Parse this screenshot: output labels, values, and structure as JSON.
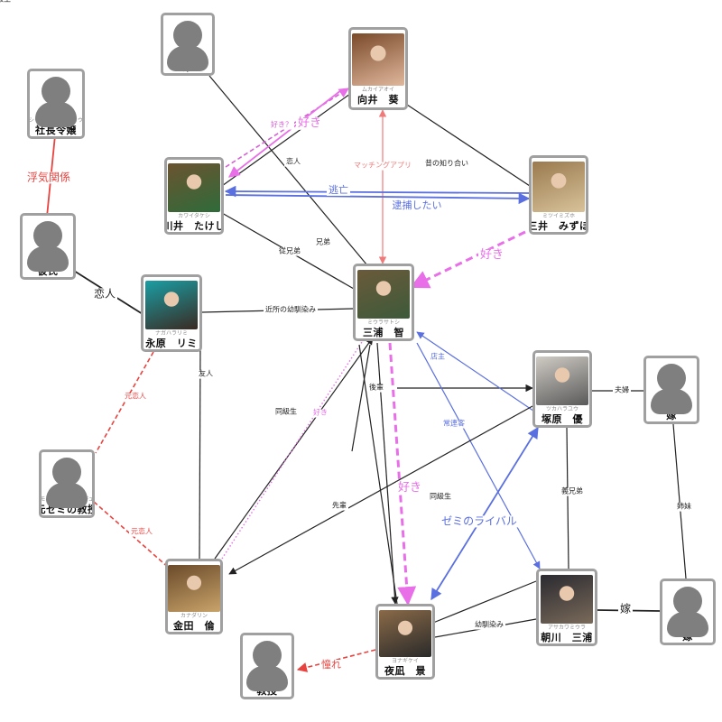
{
  "nodes": [
    {
      "id": "otouto",
      "kana": "オトウト",
      "name": "弟",
      "photo": false
    },
    {
      "id": "mukai",
      "kana": "ムカイアオイ",
      "name": "向井　葵",
      "photo": true,
      "tone": [
        "#7a4a2a",
        "#e0b79c"
      ]
    },
    {
      "id": "shacho",
      "kana": "シャチョウレイジョウ",
      "name": "社長令嬢",
      "photo": false
    },
    {
      "id": "kawai",
      "kana": "カワイタケシ",
      "name": "川井　たけし",
      "photo": true,
      "tone": [
        "#6b5330",
        "#2f6b3a"
      ]
    },
    {
      "id": "mitsui",
      "kana": "ミツイミズホ",
      "name": "三井　みずほ",
      "photo": true,
      "tone": [
        "#9a7a4e",
        "#d8c29a"
      ]
    },
    {
      "id": "kareshi",
      "kana": "カレシ",
      "name": "彼氏",
      "photo": false
    },
    {
      "id": "nagahara",
      "kana": "ナガハラリミ",
      "name": "永原　リミ",
      "photo": true,
      "tone": [
        "#1a9ea4",
        "#3a2a22"
      ]
    },
    {
      "id": "miura",
      "kana": "ミウラサトシ",
      "name": "三浦　智",
      "photo": true,
      "tone": [
        "#6a5a3a",
        "#3d5a3a"
      ]
    },
    {
      "id": "tsukahara",
      "kana": "ツカハラユウ",
      "name": "塚原　優",
      "photo": true,
      "tone": [
        "#cfcbc4",
        "#5a5a5a"
      ]
    },
    {
      "id": "yome1",
      "kana": "ヨメ",
      "name": "嫁",
      "photo": false
    },
    {
      "id": "motozemi",
      "kana": "モトゼミノキョウジュ",
      "name": "元ゼミの教授",
      "photo": false
    },
    {
      "id": "kaneda",
      "kana": "カナダリン",
      "name": "金田　倫",
      "photo": true,
      "tone": [
        "#6a4a2a",
        "#c9a36a"
      ]
    },
    {
      "id": "asakawa",
      "kana": "アサカワミウラ",
      "name": "朝川　三浦",
      "photo": true,
      "tone": [
        "#2a2a30",
        "#7a6a5a"
      ]
    },
    {
      "id": "yome2",
      "kana": "ヨメ",
      "name": "嫁",
      "photo": false
    },
    {
      "id": "yonagi",
      "kana": "ヨナギケイ",
      "name": "夜凪　景",
      "photo": true,
      "tone": [
        "#8a6a48",
        "#2a2a2a"
      ]
    },
    {
      "id": "kyoju",
      "kana": "キョウジュ",
      "name": "教授",
      "photo": false
    }
  ],
  "edges": [
    {
      "id": "e1",
      "from": "otouto",
      "to": "miura",
      "label": "兄弟",
      "color": "#222222",
      "style": "solid",
      "arrow": "none"
    },
    {
      "id": "e2",
      "from": "shacho",
      "to": "kareshi",
      "label": "浮気関係",
      "color": "#e8433f",
      "style": "solid",
      "arrow": "none",
      "big": true
    },
    {
      "id": "e3",
      "from": "kareshi",
      "to": "nagahara",
      "label": "恋人",
      "color": "#222222",
      "style": "solid",
      "arrow": "none",
      "big": true,
      "labelColor": "#222222"
    },
    {
      "id": "e4",
      "from": "kawai",
      "to": "mukai",
      "label": "恋人",
      "color": "#222222",
      "style": "solid",
      "arrow": "none"
    },
    {
      "id": "e5",
      "from": "kawai",
      "to": "mukai",
      "label": "好き？",
      "color": "#d55fd5",
      "style": "dashed",
      "arrow": "end"
    },
    {
      "id": "e6",
      "from": "mukai",
      "to": "kawai",
      "label": "好き",
      "color": "#e86fe8",
      "style": "solid",
      "arrow": "end",
      "big": true
    },
    {
      "id": "e7",
      "from": "mukai",
      "to": "mitsui",
      "label": "昔の知り合い",
      "color": "#222222",
      "style": "solid",
      "arrow": "none"
    },
    {
      "id": "e8",
      "from": "mukai",
      "to": "miura",
      "label": "マッチングアプリ",
      "color": "#f07a7a",
      "style": "solid",
      "arrow": "both"
    },
    {
      "id": "e9",
      "from": "mitsui",
      "to": "kawai",
      "label": "逃亡",
      "color": "#5a6fe0",
      "style": "solid",
      "arrow": "end",
      "big": true
    },
    {
      "id": "e10",
      "from": "kawai",
      "to": "mitsui",
      "label": "逮捕したい",
      "color": "#5a6fe0",
      "style": "solid",
      "arrow": "end",
      "big": true
    },
    {
      "id": "e11",
      "from": "kawai",
      "to": "miura",
      "label": "従兄弟",
      "color": "#222222",
      "style": "solid",
      "arrow": "none"
    },
    {
      "id": "e12",
      "from": "mitsui",
      "to": "miura",
      "label": "好き",
      "color": "#e86fe8",
      "style": "thickdash",
      "arrow": "end",
      "big": true
    },
    {
      "id": "e13",
      "from": "nagahara",
      "to": "miura",
      "label": "近所の幼馴染み",
      "color": "#222222",
      "style": "solid",
      "arrow": "none"
    },
    {
      "id": "e14",
      "from": "nagahara",
      "to": "kaneda",
      "label": "友人",
      "color": "#222222",
      "style": "solid",
      "arrow": "none"
    },
    {
      "id": "e15",
      "from": "nagahara",
      "to": "motozemi",
      "label": "元恋人",
      "color": "#e8433f",
      "style": "dashed",
      "arrow": "none"
    },
    {
      "id": "e16",
      "from": "motozemi",
      "to": "kaneda",
      "label": "元恋人",
      "color": "#e8433f",
      "style": "dashed",
      "arrow": "none"
    },
    {
      "id": "e17",
      "from": "kaneda",
      "to": "miura",
      "label": "同級生",
      "color": "#222222",
      "style": "solid",
      "arrow": "end"
    },
    {
      "id": "e18",
      "from": "kaneda",
      "to": "miura",
      "label": "好き",
      "color": "#e86fe8",
      "style": "dotted",
      "arrow": "end"
    },
    {
      "id": "e19",
      "from": "miura",
      "to": "tsukahara",
      "label": "後輩",
      "color": "#222222",
      "style": "solid",
      "arrow": "end"
    },
    {
      "id": "e20",
      "from": "tsukahara",
      "to": "miura",
      "label": "店主",
      "color": "#5a6fe0",
      "style": "solid",
      "arrow": "end"
    },
    {
      "id": "e21",
      "from": "miura",
      "to": "asakawa",
      "label": "常連客",
      "color": "#5a6fe0",
      "style": "solid",
      "arrow": "end"
    },
    {
      "id": "e22",
      "from": "miura",
      "to": "yonagi",
      "label": "好き",
      "color": "#e86fe8",
      "style": "thickdash",
      "arrow": "end",
      "big": true
    },
    {
      "id": "e23",
      "from": "miura",
      "to": "yonagi",
      "label": "",
      "color": "#222222",
      "style": "solid",
      "arrow": "end"
    },
    {
      "id": "e24",
      "from": "tsukahara",
      "to": "yome1",
      "label": "夫婦",
      "color": "#222222",
      "style": "solid",
      "arrow": "none"
    },
    {
      "id": "e25",
      "from": "tsukahara",
      "to": "kaneda",
      "label": "先輩",
      "color": "#222222",
      "style": "solid",
      "arrow": "end"
    },
    {
      "id": "e26",
      "from": "tsukahara",
      "to": "asakawa",
      "label": "義兄弟",
      "color": "#222222",
      "style": "solid",
      "arrow": "none"
    },
    {
      "id": "e27",
      "from": "yome1",
      "to": "yome2",
      "label": "姉妹",
      "color": "#222222",
      "style": "solid",
      "arrow": "none"
    },
    {
      "id": "e28",
      "from": "asakawa",
      "to": "yome2",
      "label": "嫁",
      "color": "#222222",
      "style": "solid",
      "arrow": "none",
      "big": true,
      "labelColor": "#222222"
    },
    {
      "id": "e29",
      "from": "yonagi",
      "to": "tsukahara",
      "label": "ゼミのライバル",
      "color": "#5a6fe0",
      "style": "solid",
      "arrow": "both",
      "big": true
    },
    {
      "id": "e30",
      "from": "yonagi",
      "to": "asakawa",
      "label": "幼馴染み",
      "color": "#222222",
      "style": "solid",
      "arrow": "none"
    },
    {
      "id": "e31",
      "from": "yonagi",
      "to": "kyoju",
      "label": "憧れ",
      "color": "#e8433f",
      "style": "dashed",
      "arrow": "end",
      "big": true
    },
    {
      "id": "e32",
      "from": "miura",
      "to": "kaneda",
      "label": "",
      "color": "#222222",
      "style": "solid",
      "arrow": "none"
    },
    {
      "id": "e33",
      "from": "miura",
      "to": "yonagi",
      "label": "同級生",
      "color": "#222222",
      "style": "solid",
      "arrow": "none"
    },
    {
      "id": "e34",
      "from": "asakawa",
      "to": "yonagi",
      "label": "同級生",
      "color": "#222222",
      "style": "solid",
      "arrow": "none"
    }
  ]
}
